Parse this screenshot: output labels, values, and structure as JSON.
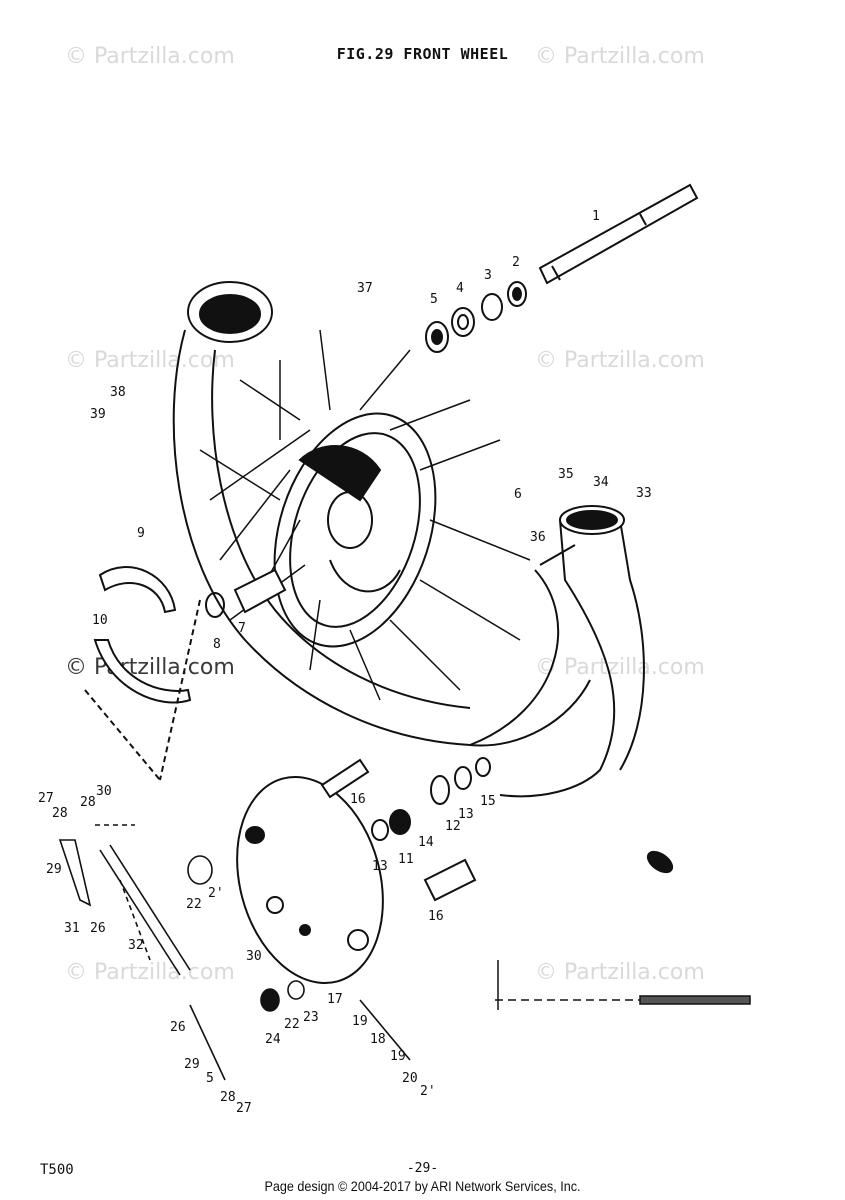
{
  "figure_title": "FIG.29  FRONT WHEEL",
  "model": "T500",
  "page_number": "-29-",
  "credit": "Page design © 2004-2017 by ARI Network Services, Inc.",
  "watermark": "© Partzilla.com",
  "callouts": [
    "1",
    "2",
    "3",
    "4",
    "5",
    "37",
    "38",
    "39",
    "6",
    "35",
    "34",
    "33",
    "36",
    "9",
    "10",
    "7",
    "8",
    "16",
    "15",
    "13",
    "12",
    "14",
    "11",
    "13",
    "16",
    "27",
    "28",
    "28",
    "30",
    "29",
    "31",
    "26",
    "32",
    "22",
    "2'",
    "30",
    "17",
    "19",
    "18",
    "19",
    "20",
    "2'",
    "22",
    "23",
    "24",
    "26",
    "29",
    "5",
    "28",
    "27"
  ]
}
